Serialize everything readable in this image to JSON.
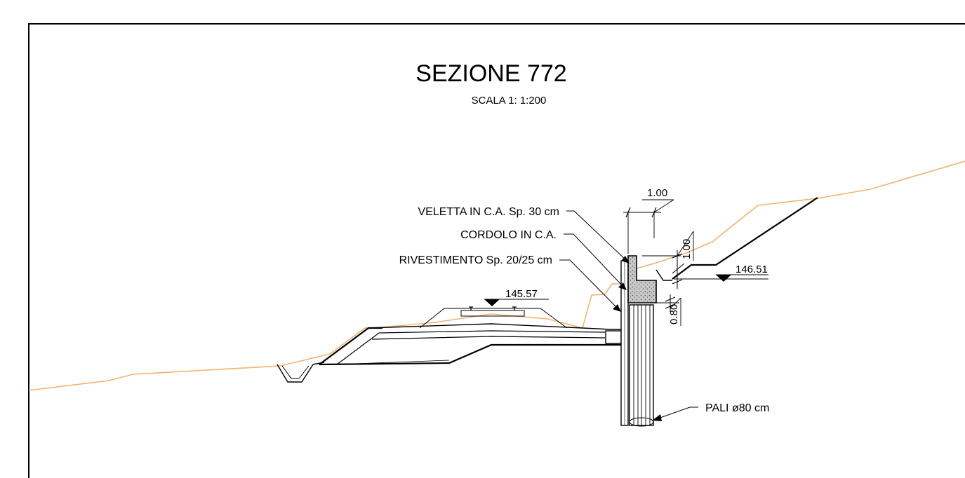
{
  "section": {
    "title": "SEZIONE 772",
    "scale": "SCALA 1:  1:200"
  },
  "labels": {
    "veletta": "VELETTA IN C.A. Sp. 30 cm",
    "cordolo": "CORDOLO IN C.A.",
    "rivestimento": "RIVESTIMENTO Sp. 20/25 cm",
    "pali": "PALI ø80 cm"
  },
  "dimensions": {
    "veletta_width": "1.00",
    "cordolo_height": "1.00",
    "cordolo_depth": "0.80"
  },
  "elevations": {
    "track": "145.57",
    "top_right": "146.51"
  },
  "colors": {
    "terrain": "#f2b36f",
    "line": "#000000"
  }
}
